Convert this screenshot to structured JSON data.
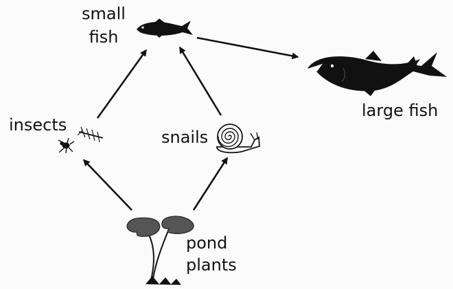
{
  "labels": {
    "small_fish_line1": "small",
    "small_fish_line2": "fish",
    "large_fish": "large fish",
    "insects": "insects",
    "snails": "snails",
    "pond_plants_line1": "pond",
    "pond_plants_line2": "plants"
  },
  "links": [
    {
      "from": "pond plants",
      "to": "insects"
    },
    {
      "from": "pond plants",
      "to": "snails"
    },
    {
      "from": "insects",
      "to": "small fish"
    },
    {
      "from": "snails",
      "to": "small fish"
    },
    {
      "from": "small fish",
      "to": "large fish"
    }
  ],
  "icons": {
    "small_fish": "small-fish-icon",
    "large_fish": "large-fish-icon",
    "insects": "insect-icon",
    "snails": "snail-icon",
    "pond_plants": "pond-plant-icon"
  },
  "colors": {
    "ink": "#111111",
    "plant": "#555555",
    "background": "#fbfbfb"
  }
}
